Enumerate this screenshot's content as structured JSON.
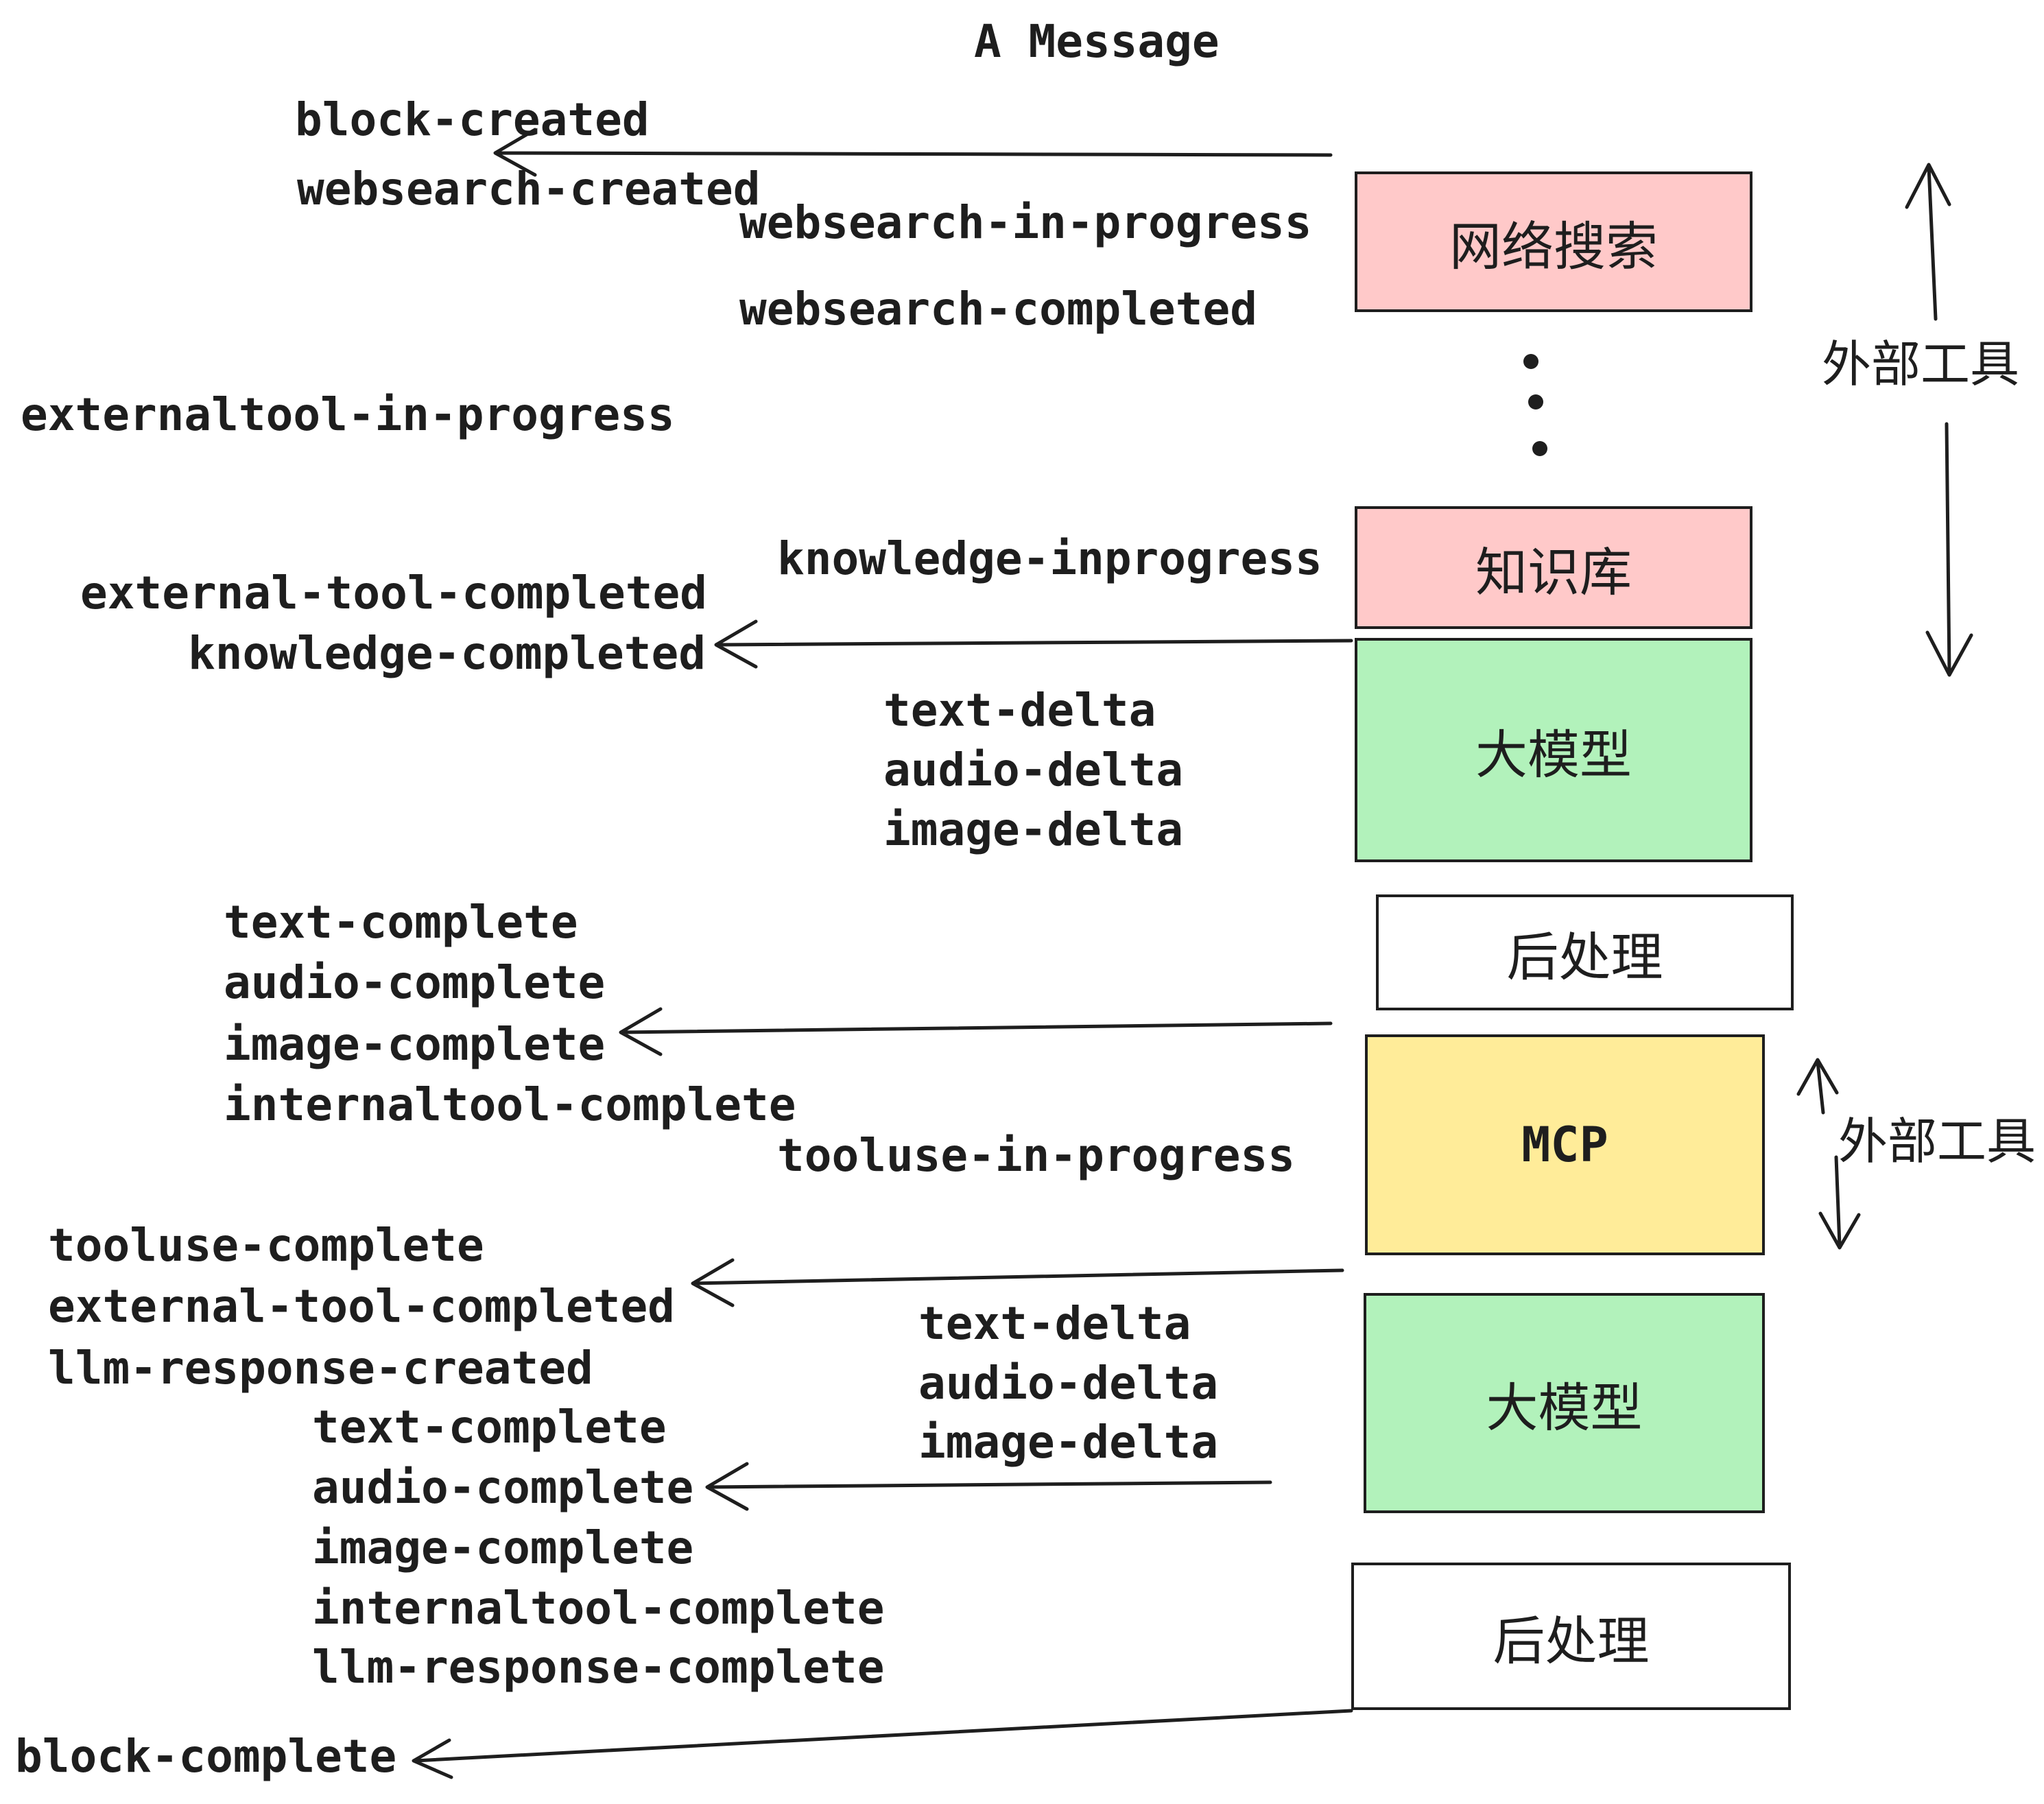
{
  "title": "A Message",
  "colors": {
    "ink": "#1e1e1e",
    "pink": "#ffc9c9",
    "green": "#b2f2bb",
    "yellow": "#ffec99",
    "paper": "#ffffff"
  },
  "events": {
    "block_created": "block-created",
    "websearch_created": "websearch-created",
    "websearch_in_progress": "websearch-in-progress",
    "websearch_completed": "websearch-completed",
    "externaltool_in_progress": "externaltool-in-progress",
    "knowledge_inprogress": "knowledge-inprogress",
    "external_tool_completed_1": "external-tool-completed",
    "knowledge_completed": "knowledge-completed",
    "text_delta_1": "text-delta",
    "audio_delta_1": "audio-delta",
    "image_delta_1": "image-delta",
    "text_complete_1": "text-complete",
    "audio_complete_1": "audio-complete",
    "image_complete_1": "image-complete",
    "internaltool_complete_1": "internaltool-complete",
    "tooluse_in_progress": "tooluse-in-progress",
    "tooluse_complete": "tooluse-complete",
    "external_tool_completed_2": "external-tool-completed",
    "llm_response_created": "llm-response-created",
    "text_delta_2": "text-delta",
    "audio_delta_2": "audio-delta",
    "image_delta_2": "image-delta",
    "text_complete_2": "text-complete",
    "audio_complete_2": "audio-complete",
    "image_complete_2": "image-complete",
    "internaltool_complete_2": "internaltool-complete",
    "llm_response_complete": "llm-response-complete",
    "block_complete": "block-complete"
  },
  "boxes": {
    "websearch": "网络搜索",
    "knowledge": "知识库",
    "llm_1": "大模型",
    "postprocess_1": "后处理",
    "mcp": "MCP",
    "llm_2": "大模型",
    "postprocess_2": "后处理"
  },
  "side_labels": {
    "external_tools_1": "外部工具",
    "external_tools_2": "外部工具"
  }
}
